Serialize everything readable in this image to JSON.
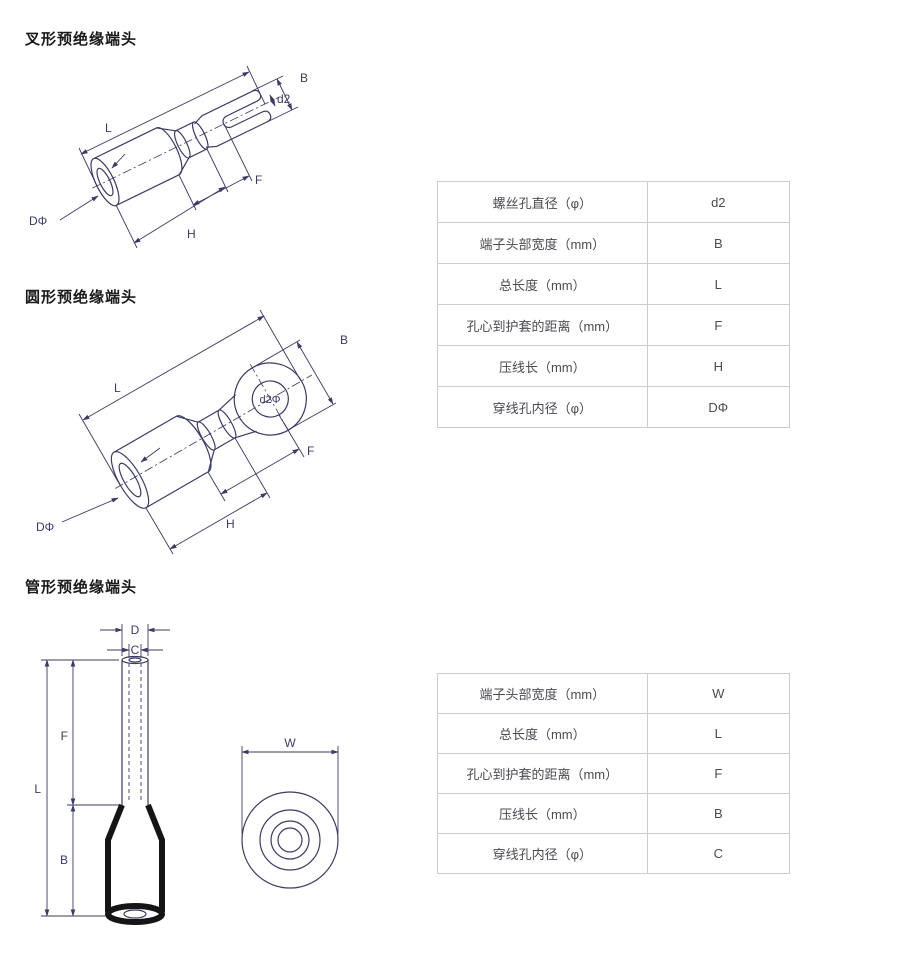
{
  "page": {
    "background": "#ffffff",
    "line_color": "#3b3b63",
    "insulation_color": "#151515",
    "table_border_color": "#cccccc"
  },
  "sections": {
    "fork": {
      "title": "叉形预绝缘端头",
      "labels": {
        "L": "L",
        "B": "B",
        "d2": "d2",
        "F": "F",
        "H": "H",
        "D": "DΦ"
      }
    },
    "ring": {
      "title": "圆形预绝缘端头",
      "labels": {
        "L": "L",
        "B": "B",
        "d2": "d2Φ",
        "F": "F",
        "H": "H",
        "D": "DΦ"
      }
    },
    "tube": {
      "title": "管形预绝缘端头",
      "labels": {
        "D": "D",
        "C": "C",
        "F": "F",
        "L": "L",
        "B": "B",
        "W": "W"
      }
    }
  },
  "tables": {
    "fork_ring": {
      "rows": [
        {
          "label": "螺丝孔直径（φ）",
          "value": "d2"
        },
        {
          "label": "端子头部宽度（mm）",
          "value": "B"
        },
        {
          "label": "总长度（mm）",
          "value": "L"
        },
        {
          "label": "孔心到护套的距离（mm）",
          "value": "F"
        },
        {
          "label": "压线长（mm）",
          "value": "H"
        },
        {
          "label": "穿线孔内径（φ）",
          "value": "DΦ"
        }
      ]
    },
    "tube": {
      "rows": [
        {
          "label": "端子头部宽度（mm）",
          "value": "W"
        },
        {
          "label": "总长度（mm）",
          "value": "L"
        },
        {
          "label": "孔心到护套的距离（mm）",
          "value": "F"
        },
        {
          "label": "压线长（mm）",
          "value": "B"
        },
        {
          "label": "穿线孔内径（φ）",
          "value": "C"
        }
      ]
    }
  }
}
